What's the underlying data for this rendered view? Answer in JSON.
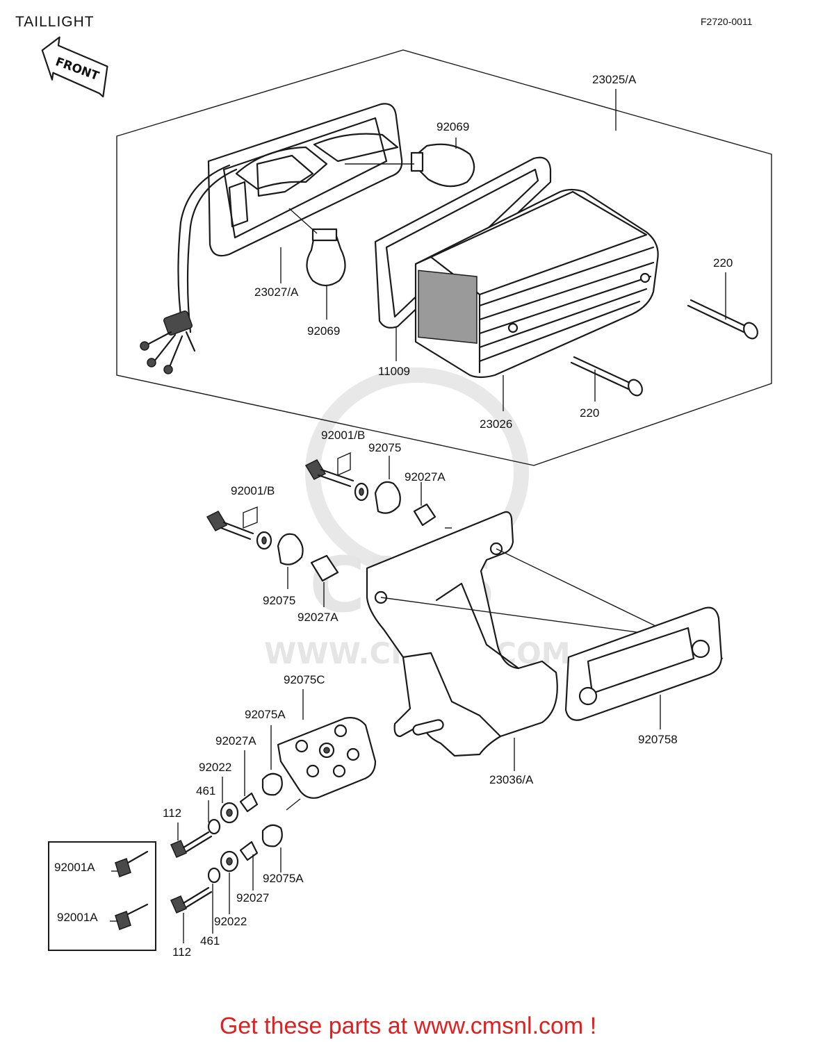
{
  "header": {
    "title": "TAILLIGHT",
    "code": "F2720-0011"
  },
  "front_arrow": {
    "text": "FRONT"
  },
  "watermark": {
    "line1": "CMS",
    "line2": "WWW.CMSNL.COM"
  },
  "part_labels": {
    "p23025A": "23025/A",
    "p92069_top": "92069",
    "p220_right": "220",
    "p23027A": "23027/A",
    "p92069_bottom": "92069",
    "p11009": "11009",
    "p23026": "23026",
    "p220_bottom": "220",
    "p92001B_upper": "92001/B",
    "p92075_upper": "92075",
    "p92027A_upper": "92027A",
    "p92001B_lower": "92001/B",
    "p92075_lower": "92075",
    "p92027A_lower": "92027A",
    "p92075C": "92075C",
    "p92075A_upper": "92075A",
    "p92027A_plate": "92027A",
    "p92022_upper": "92022",
    "p461_upper": "461",
    "p112_upper": "112",
    "p92075A_lower": "92075A",
    "p92027": "92027",
    "p92022_lower": "92022",
    "p461_lower": "461",
    "p112_lower": "112",
    "p920758": "920758",
    "p23036A": "23036/A",
    "p92001A_first": "92001A",
    "p92001A_second": "92001A"
  },
  "footer": {
    "promo_text": "Get these parts at www.cmsnl.com !",
    "promo_color": "#e31e1e"
  }
}
